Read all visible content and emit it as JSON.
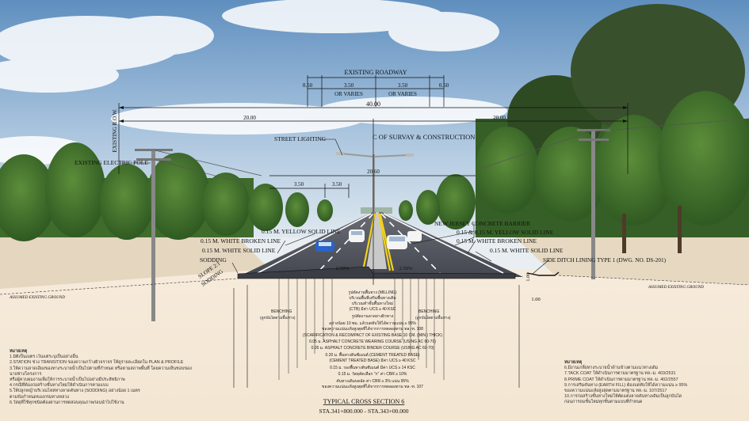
{
  "dimensions": {
    "existing_roadway": "EXISTING ROADWAY",
    "shoulder": "0.50",
    "lane": "3.50",
    "or_varies": "OR VARIES",
    "total_row": "40.00",
    "half_row": "20.00",
    "existing_row": "EXISTING R.O.W.",
    "median_row": "20.60",
    "left_lane": "3.50",
    "centre_lane": "3.50",
    "slope_pct": "2.50%",
    "ditch_width": "1.00",
    "ditch_depth": "1.00"
  },
  "callouts": {
    "street_lighting": "STREET LIGHTING",
    "centerline": "C OF SURVAY & CONSTRUCTION",
    "electric_pole": "EXISTING ELECTRIC POLE",
    "new_jersey": "NEW JERSEY CONCRETE BARRIER",
    "yellow_left": "0.15 M. YELLOW SOLID LINE",
    "yellow_right": "0.15 & 0.15 M. YELLOW SOLID LINE",
    "white_broken_left": "0.15 M. WHITE BROKEN LINE",
    "white_broken_right": "0.15 M. WHITE BROKEN LINE",
    "white_solid_left": "0.15 M. WHITE SOLID LINE",
    "white_solid_right": "0.15 M. WHITE SOLID LINE",
    "sodding_left": "SODDING",
    "slope": "SLOPE 2:1",
    "sodding_slope": "SODDING",
    "ditch_lining": "SIDE DITCH LINING TYPE 1 (DWG. NO. DS-201)",
    "ground_left": "ASSUMED EXISTING GROUND",
    "ground_right": "ASSUMED EXISTING GROUND",
    "benching_left": "BENCHING",
    "benching_left_sub": "(ลูกบันไดตามพื้นทาง)",
    "benching_right": "BENCHING",
    "benching_right_sub": "(ลูกบันไดตามพื้นทาง)"
  },
  "layers": [
    "รูปตัดงานพื้นทาง (MILLING)",
    "บริเวณพื้นที่เสริมพื้นทางเดิม",
    "บริเวณทำชั้นพื้นทางใหม่",
    "(CTB) มีค่า UCS ≥ 40 KSC",
    "รูปตัดงานลาดยางผิวทาง",
    "อย่างน้อย 10 ซม. แล้วบดทับให้ได้ความแน่น ≥ 95%",
    "ของความแน่นแห้งสูงสุดที่ได้จากการทดลองตาม ทล.-ท. 108",
    "(SCARIFICATION & RECOMPACT OF EXISTING BASE 10 CM. (MIN.) THICK)",
    "0.05 ม. ASPHALT CONCRETE WEARING COURSE (USING AC 60-70)",
    "0.05 ม. ASPHALT CONCRETE BINDER COURSE (USING AC 60-70)",
    "0.20 ม. พื้นทางดินซีเมนต์ (CEMENT TREATED BASE)",
    "(CEMENT TREATED BASE) มีค่า UCS ≥ 40 KSC",
    "0.15 ม. รองพื้นทางดินซีเมนต์ มีค่า UCS ≥ 14 KSC",
    "0.15 ม. วัสดุคัดเลือก \"ก\" ค่า CBR ≥ 10%",
    "คันทางเดิมบดอัด ค่า CBR ≥ 3% แน่น 95%",
    "ของความแน่นแห้งสูงสุดที่ได้จากการทดลองตาม ทล.-ท. 107"
  ],
  "title": {
    "name": "TYPICAL CROSS SECTION 6",
    "station": "STA.341+800.000 - STA.343+00.000"
  },
  "notes_left": {
    "heading": "หมายเหตุ",
    "items": [
      "1.มิติเป็นเมตร เว้นแต่ระบุเป็นอย่างอื่น",
      "2.STATION ช่วง TRANSITION ของความกว้างผิวจราจร ให้ดูรายละเอียดใน PLAN & PROFILE",
      "3.ให้ความลาดเอียงของทางระบายน้ำเป็นไปตามที่กำหนด หรือตามสภาพพื้นที่ โดยความเห็นชอบของนายช่างโครงการ",
      "หรือผู้ควบคุมงานเพื่อให้การระบายน้ำเป็นไปอย่างมีประสิทธิภาพ",
      "4.กรณีที่ต้องก่อสร้างชั้นทางใหม่ให้ดำเนินการตามแบบ",
      "5.ให้ปลูกหญ้าบริเวณไหล่ทางลาดคันทาง (SODDING) อย่างน้อย 1 เมตร",
      "ตามข้อกำหนดของกรมทางหลวง",
      "6.วัสดุที่ใช้ทุกชนิดต้องผ่านการทดสอบคุณภาพก่อนนำไปใช้งาน"
    ]
  },
  "notes_right": {
    "heading": "หมายเหตุ",
    "items": [
      "6.มีงานเกลี่ยทางระบายน้ำด้านข้างตามแนวทางเดิม",
      "7.TACK COAT ให้ดำเนินการตามมาตรฐาน ทล.-ม. 403/2531",
      "8.PRIME COAT ให้ดำเนินการตามมาตรฐาน ทล.-ม. 402/2557",
      "9.การเสริมคันทาง (EARTH FILL) ต้องบดทับให้ได้ความแน่น ≥ 95%",
      "ของความแน่นแห้งสูงสุดตามมาตรฐาน ทล.-ม. 107/2517",
      "10.การก่อสร้างชั้นทางใหม่ให้ตัดแต่งลาดคันทางเดิมเป็นลูกบันได",
      "ก่อนการถมชั้นใหม่ทุกชั้นตามแบบที่กำหนด"
    ]
  },
  "colors": {
    "sky_top": "#5f8fbf",
    "asphalt": "#4b4e56",
    "yellow_line": "#f2d21b",
    "ground": "#f3e6d2"
  }
}
